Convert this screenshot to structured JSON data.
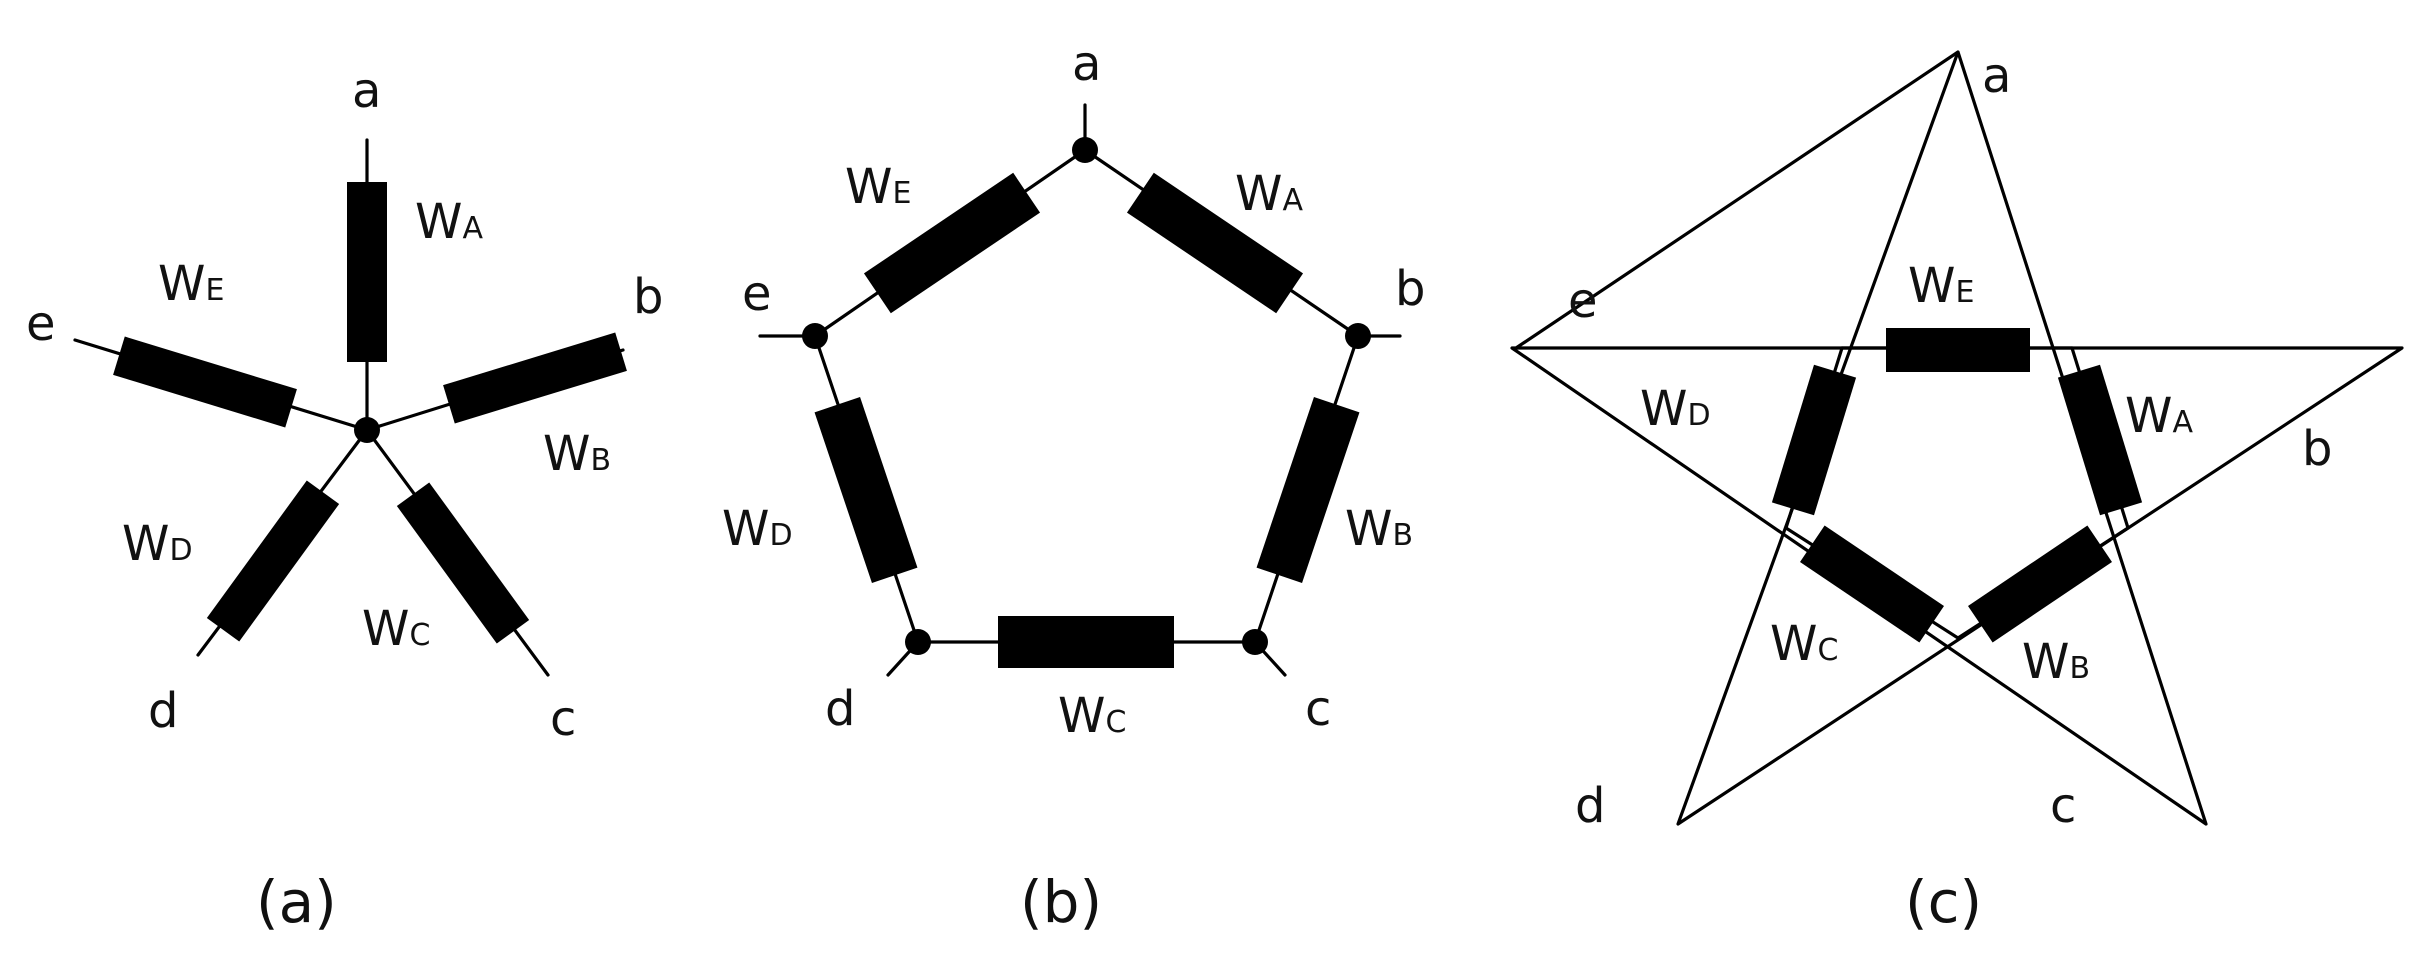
{
  "diagrams": [
    {
      "id": "a",
      "caption": "(a)",
      "terminals": [
        "a",
        "b",
        "c",
        "d",
        "e"
      ],
      "windings": [
        {
          "letter": "W",
          "sub": "A"
        },
        {
          "letter": "W",
          "sub": "B"
        },
        {
          "letter": "W",
          "sub": "C"
        },
        {
          "letter": "W",
          "sub": "D"
        },
        {
          "letter": "W",
          "sub": "E"
        }
      ]
    },
    {
      "id": "b",
      "caption": "(b)",
      "terminals": [
        "a",
        "b",
        "c",
        "d",
        "e"
      ],
      "windings": [
        {
          "letter": "W",
          "sub": "A"
        },
        {
          "letter": "W",
          "sub": "B"
        },
        {
          "letter": "W",
          "sub": "C"
        },
        {
          "letter": "W",
          "sub": "D"
        },
        {
          "letter": "W",
          "sub": "E"
        }
      ]
    },
    {
      "id": "c",
      "caption": "(c)",
      "terminals": [
        "a",
        "b",
        "c",
        "d",
        "e"
      ],
      "windings": [
        {
          "letter": "W",
          "sub": "A"
        },
        {
          "letter": "W",
          "sub": "B"
        },
        {
          "letter": "W",
          "sub": "C"
        },
        {
          "letter": "W",
          "sub": "D"
        },
        {
          "letter": "W",
          "sub": "E"
        }
      ]
    }
  ]
}
